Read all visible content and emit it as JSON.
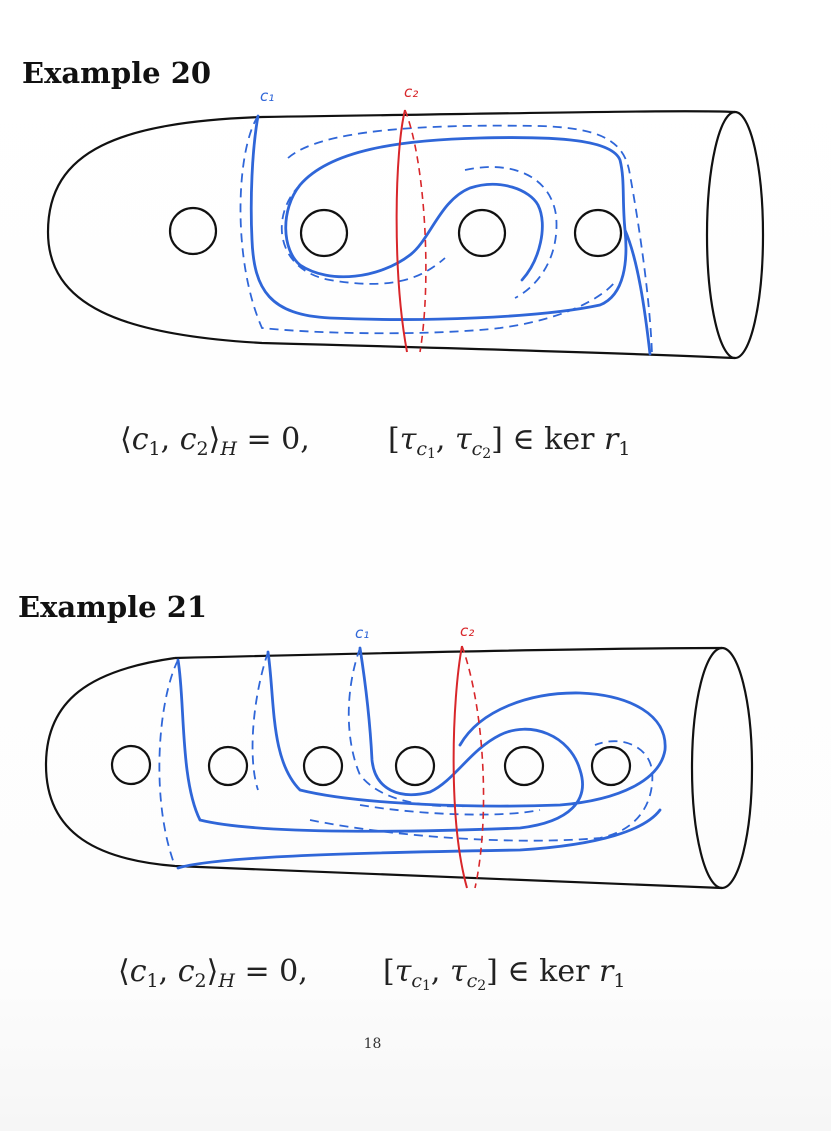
{
  "examples": [
    {
      "heading": "Example 20",
      "curve_labels": {
        "c1": "c₁",
        "c2": "c₂"
      },
      "formula_left": {
        "open": "⟨",
        "a": "c",
        "a_sub": "1",
        "sep": ", ",
        "b": "c",
        "b_sub": "2",
        "close": "⟩",
        "sub": "H",
        "rest": " = 0,"
      },
      "formula_right": {
        "open": "[",
        "t1": "τ",
        "t1_sub": "c",
        "t1_subsub": "1",
        "sep": ", ",
        "t2": "τ",
        "t2_sub": "c",
        "t2_subsub": "2",
        "close": "]",
        "rel": " ∈ ker ",
        "r": "r",
        "r_sub": "1"
      }
    },
    {
      "heading": "Example 21",
      "curve_labels": {
        "c1": "c₁",
        "c2": "c₂"
      },
      "formula_left": {
        "open": "⟨",
        "a": "c",
        "a_sub": "1",
        "sep": ", ",
        "b": "c",
        "b_sub": "2",
        "close": "⟩",
        "sub": "H",
        "rest": " = 0,"
      },
      "formula_right": {
        "open": "[",
        "t1": "τ",
        "t1_sub": "c",
        "t1_subsub": "1",
        "sep": ", ",
        "t2": "τ",
        "t2_sub": "c",
        "t2_subsub": "2",
        "close": "]",
        "rel": " ∈ ker ",
        "r": "r",
        "r_sub": "1"
      }
    }
  ],
  "page_number": "18",
  "colors": {
    "outline": "#111111",
    "curve_c1": "#2f66d8",
    "curve_c2": "#d8262a"
  }
}
